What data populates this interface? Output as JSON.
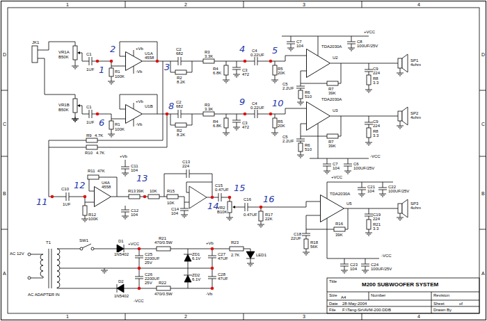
{
  "diagram": {
    "nodes": [
      {
        "text": [
          "U1A",
          "4558"
        ]
      },
      {
        "text": [
          "TDA2030A",
          "U2"
        ]
      },
      {
        "text": [
          "U1B"
        ]
      },
      {
        "text": [
          "TDA2030A",
          "U3"
        ]
      },
      {
        "text": [
          "U4A",
          "4558"
        ]
      },
      {
        "text": [
          "TDA2030A",
          "U5"
        ]
      }
    ],
    "labels": [
      "1",
      "2",
      "3",
      "4",
      "1",
      "2",
      "3",
      "4",
      "D",
      "C",
      "B",
      "A",
      "D",
      "C",
      "B",
      "A",
      "JK1",
      "VR1A",
      "B50K",
      "C1",
      "1UF",
      "R1",
      "100K",
      "+Vb",
      "-Vb",
      "C2",
      "682",
      "R2",
      "8.2K",
      "R3",
      "3.3K",
      "R4",
      "6.8K",
      "C3",
      "472",
      "C4",
      "0.22UF",
      "R5",
      "20K",
      "C5",
      "2.2UF",
      "R6",
      "510",
      "R7",
      "39K",
      "C9",
      "224",
      "R8",
      "3.3",
      "SP1",
      "4ohm",
      "C7",
      "104",
      "C8",
      "100UF/25V",
      "+VCC",
      "VR1B",
      "B50K",
      "C1",
      "1UF",
      "R1",
      "100K",
      "+Vb",
      "-Vb",
      "C2",
      "682",
      "R2",
      "8.2K",
      "R3",
      "3.3K",
      "R4",
      "6.8K",
      "C3",
      "472",
      "C4",
      "0.22UF",
      "R5",
      "20K",
      "C5",
      "2.2UF",
      "R6",
      "510",
      "R7",
      "39K",
      "C9",
      "224",
      "R8",
      "3.3",
      "SP2",
      "4ohm",
      "-VCC",
      "C7",
      "104",
      "C6",
      "100UF/25V",
      "R9",
      "4.7K",
      "R10",
      "4.7K",
      "C10",
      "1UF",
      "R11",
      "47K",
      "R12",
      "100K",
      "+Vb",
      "C11",
      "104",
      "C12",
      "104",
      "R13",
      "39K",
      "10K",
      "R15",
      "10K",
      "C13",
      "224",
      "C14",
      "104",
      "C15",
      "0.47UF",
      "VR2",
      "B10K",
      "C16",
      "0.47UF",
      "R17",
      "22K",
      "+VCC",
      "C21",
      "104",
      "C22",
      "100UF/25V",
      "C18",
      "22UF",
      "R18",
      "56K",
      "R16",
      "39K",
      "C19",
      "224",
      "R21",
      "3.3",
      "SP3",
      "4ohm",
      "C23",
      "104",
      "C24",
      "100UF/25V",
      "-VCC",
      "AC 12V",
      "T1",
      "SW1",
      "D1",
      "1N5402",
      "D2",
      "1N5402",
      "+VCC",
      "C25",
      "2200UF",
      "25V",
      "C26",
      "2200UF",
      "25V",
      "R21",
      "470/0.5W",
      "R22",
      "470/0.5W",
      "ZD1",
      "6.1V",
      "ZD2",
      "6.1V",
      "+Vb",
      "C27",
      "47UF",
      "C28",
      "47UF",
      "-Vb",
      "R23",
      "2.7K",
      "LED1",
      "AC ADAPTER IN",
      "-VCC",
      "Title",
      "M200 SUBWOOFER SYSTEM",
      "Size",
      "A4",
      "Number",
      "Revision",
      "Date",
      "28-May-2004",
      "Sheet",
      "of",
      "File",
      "F:\\Tang-Sir\\AVM-200.DDB",
      "Drawn By",
      "1",
      "2",
      "3",
      "4",
      "5",
      "6",
      "8",
      "9",
      "10",
      "11",
      "12",
      "13",
      "14",
      "15",
      "16"
    ]
  }
}
